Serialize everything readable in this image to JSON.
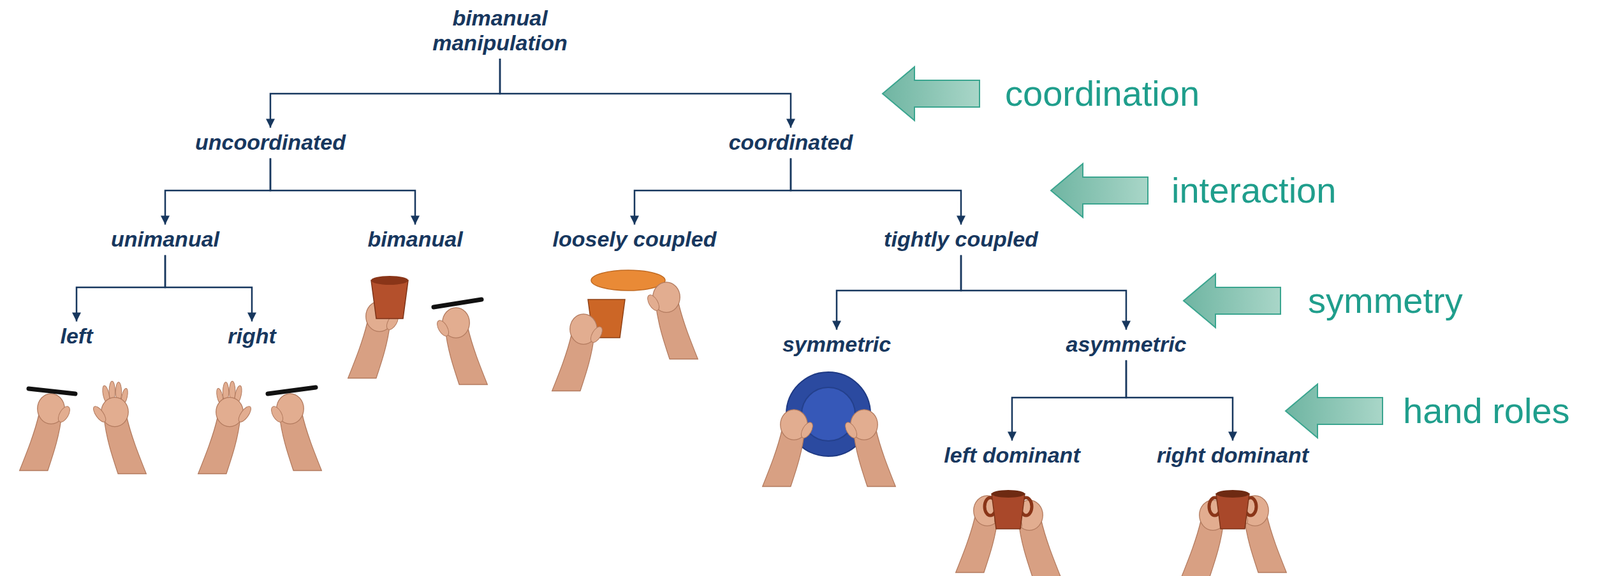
{
  "diagram": {
    "nodes": [
      {
        "text": [
          "bimanual manipulation"
        ]
      },
      {
        "text": [
          "uncoordinated"
        ]
      },
      {
        "text": [
          "coordinated"
        ]
      },
      {
        "text": [
          "unimanual"
        ]
      },
      {
        "text": [
          "bimanual"
        ]
      },
      {
        "text": [
          "loosely coupled"
        ]
      },
      {
        "text": [
          "tightly coupled"
        ]
      },
      {
        "text": [
          "left"
        ]
      },
      {
        "text": [
          "right"
        ]
      },
      {
        "text": [
          "symmetric"
        ]
      },
      {
        "text": [
          "asymmetric"
        ]
      },
      {
        "text": [
          "left dominant"
        ]
      },
      {
        "text": [
          "right dominant"
        ]
      }
    ],
    "edges": [
      {
        "from": 0,
        "to": 1,
        "arrow": "to"
      },
      {
        "from": 0,
        "to": 2,
        "arrow": "to"
      },
      {
        "from": 1,
        "to": 3,
        "arrow": "to"
      },
      {
        "from": 1,
        "to": 4,
        "arrow": "to"
      },
      {
        "from": 2,
        "to": 5,
        "arrow": "to"
      },
      {
        "from": 2,
        "to": 6,
        "arrow": "to"
      },
      {
        "from": 3,
        "to": 7,
        "arrow": "to"
      },
      {
        "from": 3,
        "to": 8,
        "arrow": "to"
      },
      {
        "from": 6,
        "to": 9,
        "arrow": "to"
      },
      {
        "from": 6,
        "to": 10,
        "arrow": "to"
      },
      {
        "from": 10,
        "to": 11,
        "arrow": "to"
      },
      {
        "from": 10,
        "to": 12,
        "arrow": "to"
      }
    ],
    "labels": [
      "coordination",
      "interaction",
      "symmetry",
      "hand roles"
    ]
  }
}
